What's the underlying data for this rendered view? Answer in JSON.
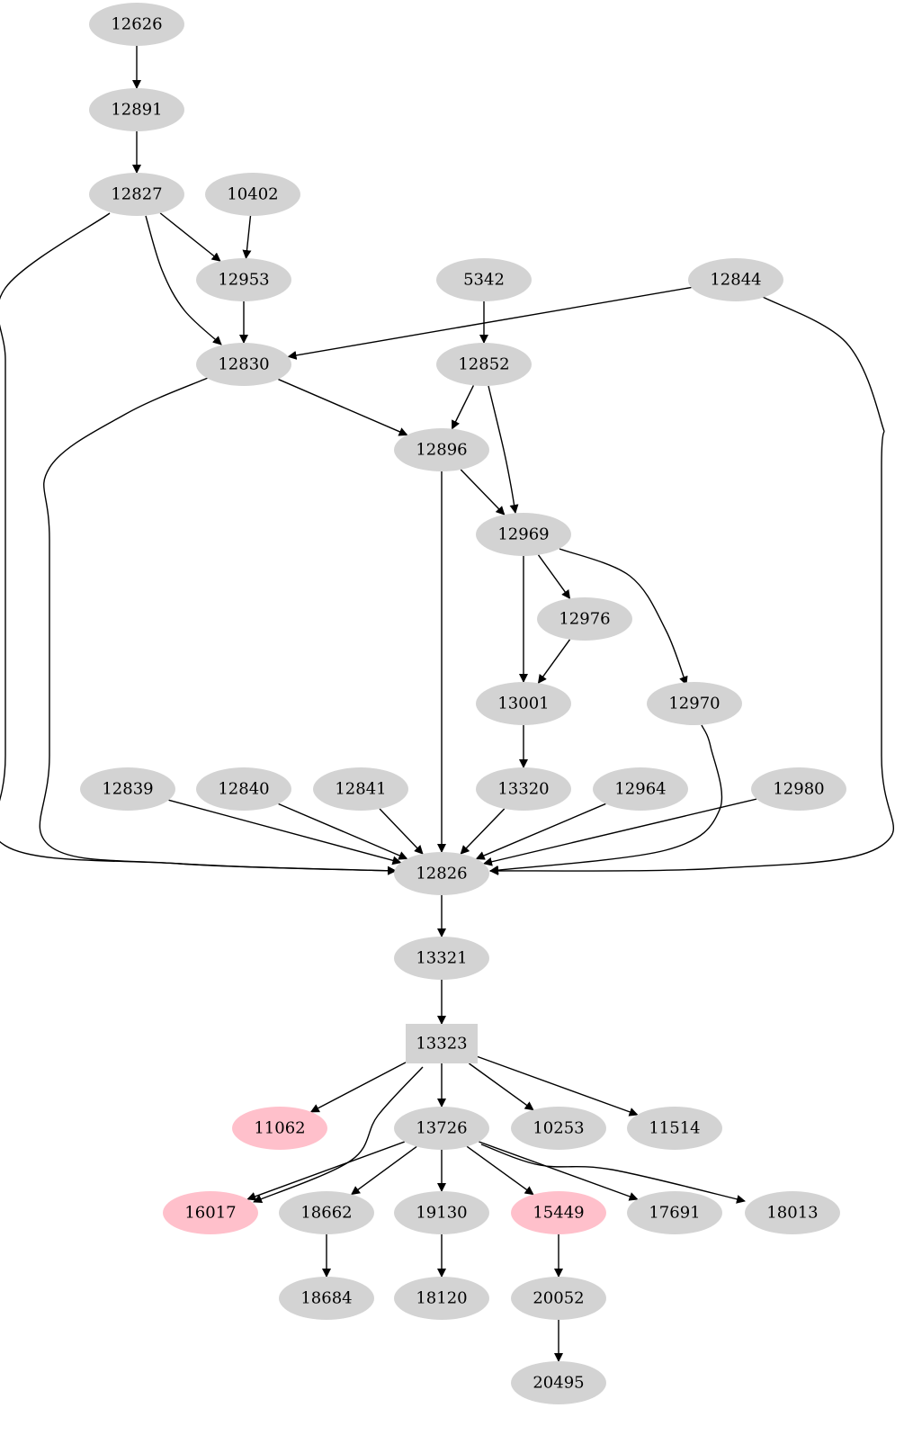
{
  "graph": {
    "type": "directed-graph",
    "colors": {
      "default_fill": "#d3d3d3",
      "highlight_fill": "#ffc0cb",
      "edge": "#000000"
    },
    "nodes": [
      {
        "id": "12626",
        "label": "12626",
        "shape": "ellipse",
        "highlight": false
      },
      {
        "id": "12891",
        "label": "12891",
        "shape": "ellipse",
        "highlight": false
      },
      {
        "id": "12827",
        "label": "12827",
        "shape": "ellipse",
        "highlight": false
      },
      {
        "id": "10402",
        "label": "10402",
        "shape": "ellipse",
        "highlight": false
      },
      {
        "id": "12953",
        "label": "12953",
        "shape": "ellipse",
        "highlight": false
      },
      {
        "id": "5342",
        "label": "5342",
        "shape": "ellipse",
        "highlight": false
      },
      {
        "id": "12844",
        "label": "12844",
        "shape": "ellipse",
        "highlight": false
      },
      {
        "id": "12830",
        "label": "12830",
        "shape": "ellipse",
        "highlight": false
      },
      {
        "id": "12852",
        "label": "12852",
        "shape": "ellipse",
        "highlight": false
      },
      {
        "id": "12896",
        "label": "12896",
        "shape": "ellipse",
        "highlight": false
      },
      {
        "id": "12969",
        "label": "12969",
        "shape": "ellipse",
        "highlight": false
      },
      {
        "id": "12976",
        "label": "12976",
        "shape": "ellipse",
        "highlight": false
      },
      {
        "id": "13001",
        "label": "13001",
        "shape": "ellipse",
        "highlight": false
      },
      {
        "id": "12970",
        "label": "12970",
        "shape": "ellipse",
        "highlight": false
      },
      {
        "id": "12839",
        "label": "12839",
        "shape": "ellipse",
        "highlight": false
      },
      {
        "id": "12840",
        "label": "12840",
        "shape": "ellipse",
        "highlight": false
      },
      {
        "id": "12841",
        "label": "12841",
        "shape": "ellipse",
        "highlight": false
      },
      {
        "id": "13320",
        "label": "13320",
        "shape": "ellipse",
        "highlight": false
      },
      {
        "id": "12964",
        "label": "12964",
        "shape": "ellipse",
        "highlight": false
      },
      {
        "id": "12980",
        "label": "12980",
        "shape": "ellipse",
        "highlight": false
      },
      {
        "id": "12826",
        "label": "12826",
        "shape": "ellipse",
        "highlight": false
      },
      {
        "id": "13321",
        "label": "13321",
        "shape": "ellipse",
        "highlight": false
      },
      {
        "id": "13323",
        "label": "13323",
        "shape": "box",
        "highlight": false
      },
      {
        "id": "11062",
        "label": "11062",
        "shape": "ellipse",
        "highlight": true
      },
      {
        "id": "13726",
        "label": "13726",
        "shape": "ellipse",
        "highlight": false
      },
      {
        "id": "10253",
        "label": "10253",
        "shape": "ellipse",
        "highlight": false
      },
      {
        "id": "11514",
        "label": "11514",
        "shape": "ellipse",
        "highlight": false
      },
      {
        "id": "16017",
        "label": "16017",
        "shape": "ellipse",
        "highlight": true
      },
      {
        "id": "18662",
        "label": "18662",
        "shape": "ellipse",
        "highlight": false
      },
      {
        "id": "19130",
        "label": "19130",
        "shape": "ellipse",
        "highlight": false
      },
      {
        "id": "15449",
        "label": "15449",
        "shape": "ellipse",
        "highlight": true
      },
      {
        "id": "17691",
        "label": "17691",
        "shape": "ellipse",
        "highlight": false
      },
      {
        "id": "18013",
        "label": "18013",
        "shape": "ellipse",
        "highlight": false
      },
      {
        "id": "18684",
        "label": "18684",
        "shape": "ellipse",
        "highlight": false
      },
      {
        "id": "18120",
        "label": "18120",
        "shape": "ellipse",
        "highlight": false
      },
      {
        "id": "20052",
        "label": "20052",
        "shape": "ellipse",
        "highlight": false
      },
      {
        "id": "20495",
        "label": "20495",
        "shape": "ellipse",
        "highlight": false
      }
    ],
    "edges": [
      {
        "from": "12626",
        "to": "12891"
      },
      {
        "from": "12891",
        "to": "12827"
      },
      {
        "from": "12827",
        "to": "12953"
      },
      {
        "from": "12827",
        "to": "12830"
      },
      {
        "from": "12827",
        "to": "12826"
      },
      {
        "from": "10402",
        "to": "12953"
      },
      {
        "from": "12953",
        "to": "12830"
      },
      {
        "from": "12844",
        "to": "12830"
      },
      {
        "from": "12844",
        "to": "12826"
      },
      {
        "from": "5342",
        "to": "12852"
      },
      {
        "from": "12830",
        "to": "12896"
      },
      {
        "from": "12830",
        "to": "12826"
      },
      {
        "from": "12852",
        "to": "12896"
      },
      {
        "from": "12852",
        "to": "12969"
      },
      {
        "from": "12896",
        "to": "12969"
      },
      {
        "from": "12896",
        "to": "12826"
      },
      {
        "from": "12969",
        "to": "13001"
      },
      {
        "from": "12969",
        "to": "12976"
      },
      {
        "from": "12969",
        "to": "12970"
      },
      {
        "from": "12976",
        "to": "13001"
      },
      {
        "from": "13001",
        "to": "13320"
      },
      {
        "from": "12970",
        "to": "12826"
      },
      {
        "from": "12839",
        "to": "12826"
      },
      {
        "from": "12840",
        "to": "12826"
      },
      {
        "from": "12841",
        "to": "12826"
      },
      {
        "from": "13320",
        "to": "12826"
      },
      {
        "from": "12964",
        "to": "12826"
      },
      {
        "from": "12980",
        "to": "12826"
      },
      {
        "from": "12826",
        "to": "13321"
      },
      {
        "from": "13321",
        "to": "13323"
      },
      {
        "from": "13323",
        "to": "11062"
      },
      {
        "from": "13323",
        "to": "16017"
      },
      {
        "from": "13323",
        "to": "13726"
      },
      {
        "from": "13323",
        "to": "10253"
      },
      {
        "from": "13323",
        "to": "11514"
      },
      {
        "from": "13726",
        "to": "16017"
      },
      {
        "from": "13726",
        "to": "18662"
      },
      {
        "from": "13726",
        "to": "19130"
      },
      {
        "from": "13726",
        "to": "15449"
      },
      {
        "from": "13726",
        "to": "17691"
      },
      {
        "from": "13726",
        "to": "18013"
      },
      {
        "from": "18662",
        "to": "18684"
      },
      {
        "from": "19130",
        "to": "18120"
      },
      {
        "from": "15449",
        "to": "20052"
      },
      {
        "from": "20052",
        "to": "20495"
      }
    ]
  }
}
